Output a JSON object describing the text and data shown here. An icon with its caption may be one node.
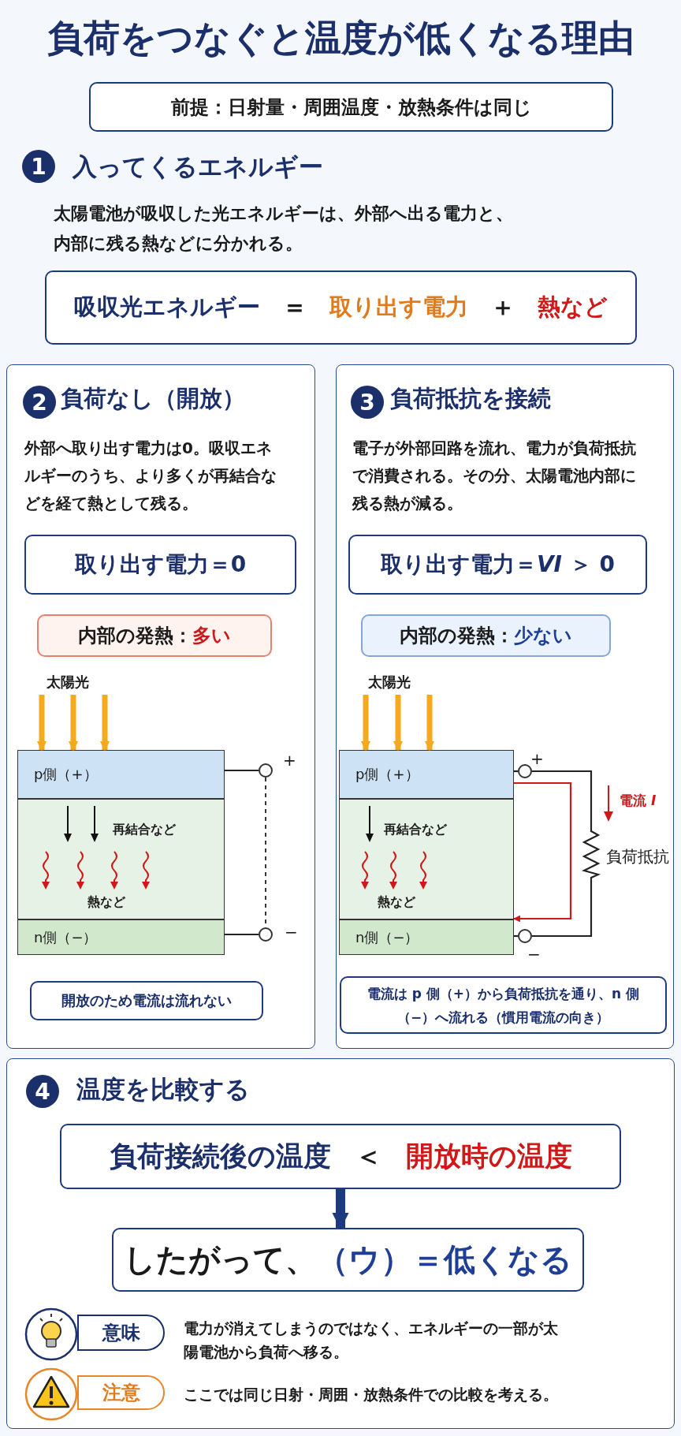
{
  "diagram": {
    "title": "負荷をつなぐと温度が低くなる理由",
    "nodes": [
      {
        "text": [
          "前提：日射量・周囲温度・放熱条件は同じ"
        ]
      },
      {
        "text": [
          "吸収光エネルギー",
          "＝",
          "取り出す電力",
          "＋",
          "熱など"
        ]
      },
      {
        "text": [
          "2",
          "負荷なし（開放）",
          "外部へ取り出す電力は0。吸収エネルギーのうち、より多くが再結合などを経て熱として残る。"
        ]
      },
      {
        "text": [
          "取り出す電力＝0"
        ],
        "in": 2
      },
      {
        "text": [
          "内部の発熱：",
          "多い"
        ],
        "in": 2
      },
      {
        "text": [
          "太陽光"
        ],
        "in": 2
      },
      {
        "text": [
          "p側（+）"
        ],
        "in": 2
      },
      {
        "text": [
          "再結合など",
          "熱など"
        ],
        "in": 2
      },
      {
        "text": [
          "n側（−）"
        ],
        "in": 2
      },
      {
        "text": [],
        "shape": "circle",
        "in": 2,
        "beside": [
          "+"
        ]
      },
      {
        "text": [],
        "shape": "circle",
        "in": 2,
        "beside": [
          "−"
        ]
      },
      {
        "text": [
          "開放のため電流は流れない"
        ],
        "in": 2
      },
      {
        "text": [
          "3",
          "負荷抵抗を接続",
          "電子が外部回路を流れ、電力が負荷抵抗で消費される。その分、太陽電池内部に残る熱が減る。"
        ]
      },
      {
        "text": [
          "取り出す電力＝*VI* ＞ 0"
        ],
        "in": 12
      },
      {
        "text": [
          "内部の発熱：",
          "少ない"
        ],
        "in": 12
      },
      {
        "text": [
          "太陽光"
        ],
        "in": 12
      },
      {
        "text": [
          "p側（+）"
        ],
        "in": 12
      },
      {
        "text": [
          "再結合など",
          "熱など"
        ],
        "in": 12
      },
      {
        "text": [
          "n側（−）"
        ],
        "in": 12
      },
      {
        "text": [],
        "shape": "circle",
        "in": 12,
        "beside": [
          "+"
        ]
      },
      {
        "text": [],
        "shape": "circle",
        "in": 12,
        "beside": [
          "−"
        ]
      },
      {
        "text": [],
        "shape": "resistor",
        "in": 12,
        "beside": [
          "負荷抵抗"
        ]
      },
      {
        "text": [
          "電流は p 側（+）から負荷抵抗を通り、n 側（−）へ流れる（慣用電流の向き）"
        ],
        "in": 12
      },
      {
        "text": [
          "4",
          "温度を比較する"
        ]
      },
      {
        "text": [
          "負荷接続後の温度",
          "＜",
          "開放時の温度"
        ],
        "in": 23
      },
      {
        "text": [
          "したがって、",
          "（ウ）＝低くなる"
        ],
        "in": 23
      },
      {
        "text": [
          "意味"
        ],
        "in": 23,
        "beside": [
          "電力が消えてしまうのではなく、エネルギーの一部が太陽電池から負荷へ移る。"
        ]
      },
      {
        "text": [
          "注意"
        ],
        "in": 23,
        "beside": [
          "ここでは同じ日射・周囲・放熱条件での比較を考える。"
        ]
      }
    ],
    "edges": [
      {
        "from": 5,
        "to": 6,
        "arrow": "to",
        "style": "thick",
        "color": "#f5a91c"
      },
      {
        "from": 5,
        "to": 6,
        "arrow": "to",
        "style": "thick",
        "color": "#f5a91c"
      },
      {
        "from": 5,
        "to": 6,
        "arrow": "to",
        "style": "thick",
        "color": "#f5a91c"
      },
      {
        "from": 6,
        "to": 9,
        "arrow": "none"
      },
      {
        "from": 9,
        "to": 10,
        "arrow": "none",
        "style": "dashed"
      },
      {
        "from": 8,
        "to": 10,
        "arrow": "none"
      },
      {
        "from": 15,
        "to": 16,
        "arrow": "to",
        "style": "thick",
        "color": "#f5a91c"
      },
      {
        "from": 15,
        "to": 16,
        "arrow": "to",
        "style": "thick",
        "color": "#f5a91c"
      },
      {
        "from": 15,
        "to": 16,
        "arrow": "to",
        "style": "thick",
        "color": "#f5a91c"
      },
      {
        "from": 16,
        "to": 19,
        "arrow": "none"
      },
      {
        "from": 19,
        "to": 21,
        "arrow": "none"
      },
      {
        "from": 21,
        "to": 20,
        "arrow": "none"
      },
      {
        "from": 18,
        "to": 20,
        "arrow": "none"
      },
      {
        "from": 16,
        "to": 18,
        "arrow": "to",
        "color": "#d01818"
      },
      {
        "from": 24,
        "to": 25,
        "arrow": "to",
        "style": "thick",
        "color": "#1b3a80"
      }
    ],
    "labels": [
      "1",
      "入ってくるエネルギー",
      "太陽電池が吸収した光エネルギーは、外部へ出る電力と、内部に残る熱などに分かれる。",
      "電流 *I*"
    ]
  }
}
